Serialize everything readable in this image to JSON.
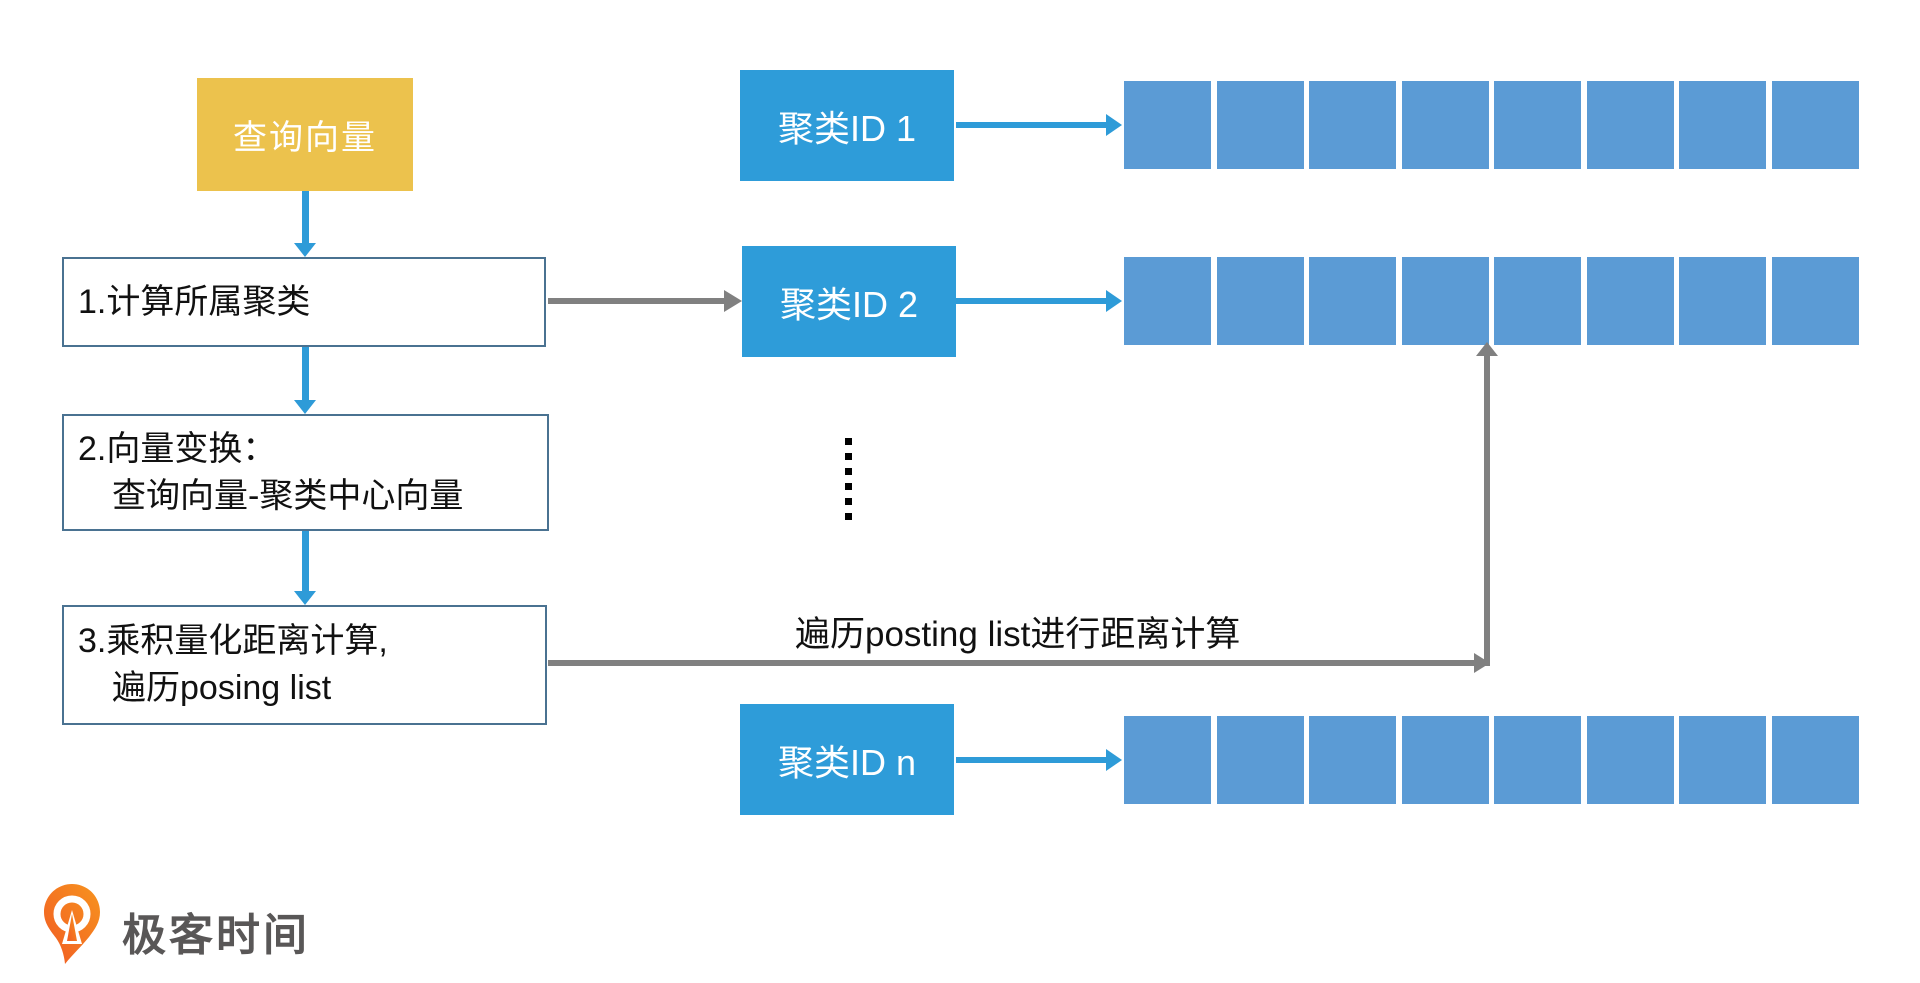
{
  "diagram": {
    "query_box": {
      "label": "查询向量"
    },
    "steps": [
      {
        "lines": [
          "1.计算所属聚类"
        ]
      },
      {
        "lines": [
          "2.向量变换：",
          "查询向量-聚类中心向量"
        ]
      },
      {
        "lines": [
          "3.乘积量化距离计算,",
          "遍历posing list"
        ]
      }
    ],
    "clusters": [
      {
        "label": "聚类ID 1",
        "cell_count": 8
      },
      {
        "label": "聚类ID 2",
        "cell_count": 8
      },
      {
        "label": "聚类ID n",
        "cell_count": 8
      }
    ],
    "ellipsis_dot_count": 6,
    "annotation": "遍历posting list进行距离计算",
    "logo": {
      "text": "极客时间"
    },
    "colors": {
      "query_box": "#ECC24D",
      "cluster_box": "#2E9CD9",
      "posting_cell": "#5B9BD5",
      "blue_arrow": "#2E9BD8",
      "gray_arrow": "#808080",
      "step_box_border": "#4A7291",
      "logo_orange": "#F3731F",
      "logo_text": "#595757"
    }
  }
}
